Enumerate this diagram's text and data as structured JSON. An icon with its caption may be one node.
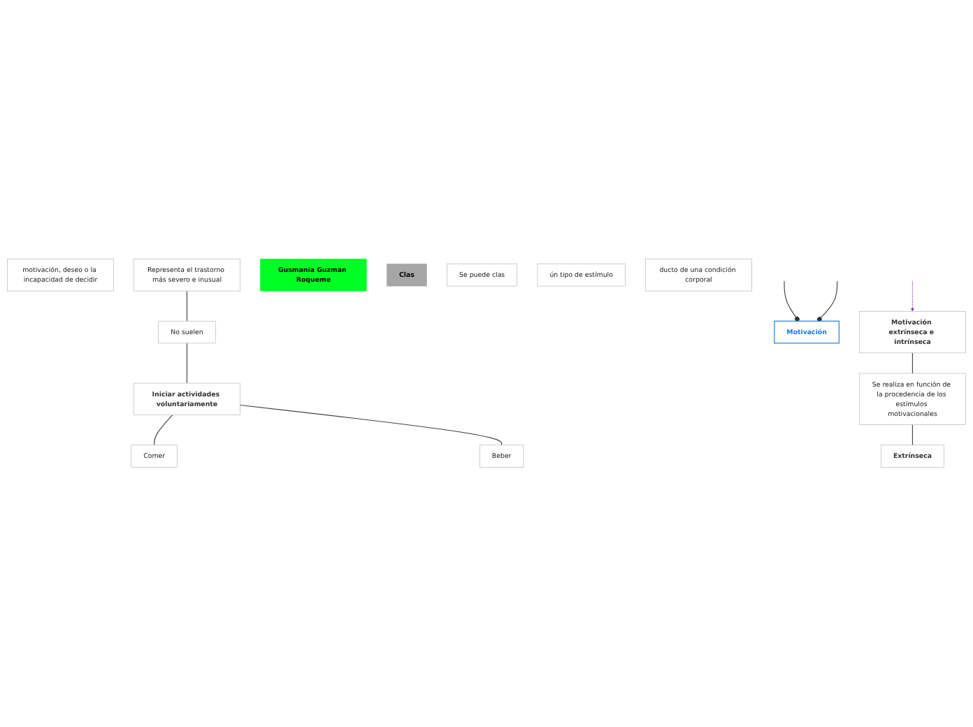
{
  "diagram": {
    "nodes": [
      {
        "text": [
          "motivación, deseo o la incapacidad de decidir"
        ]
      },
      {
        "text": [
          "Representa el trastorno más severo e inusual"
        ]
      },
      {
        "text": [
          "No suelen"
        ]
      },
      {
        "text": [
          "Iniciar actividades voluntariamente"
        ]
      },
      {
        "text": [
          "Comer"
        ]
      },
      {
        "text": [
          "Beber"
        ]
      },
      {
        "text": [
          "Motivación"
        ]
      },
      {
        "text": [
          "Gusmania Guzman Roqueme"
        ]
      },
      {
        "text": [
          "Clas"
        ]
      },
      {
        "text": [
          "Se puede clas"
        ]
      },
      {
        "text": [
          "ún tipo de estímulo"
        ]
      },
      {
        "text": [
          "ducto de una condición corporal"
        ]
      },
      {
        "text": [
          "Motivación extrínseca e intrínseca"
        ]
      },
      {
        "text": [
          "Se realiza en función de la procedencia de los estímulos motivacionales"
        ]
      },
      {
        "text": [
          "Extrínseca"
        ]
      }
    ],
    "edges": [
      {
        "from": 1,
        "to": 2,
        "arrow": "none"
      },
      {
        "from": 2,
        "to": 3,
        "arrow": "none"
      },
      {
        "from": 3,
        "to": 4,
        "arrow": "none"
      },
      {
        "from": 3,
        "to": 5,
        "arrow": "none"
      },
      {
        "from": null,
        "to": 6,
        "arrow": "other"
      },
      {
        "from": null,
        "to": 6,
        "arrow": "other"
      },
      {
        "from": null,
        "to": 12,
        "arrow": "to",
        "style": "dashed",
        "color": "#7b3fa0"
      },
      {
        "from": 12,
        "to": 13,
        "arrow": "none"
      },
      {
        "from": 13,
        "to": 14,
        "arrow": "none"
      }
    ]
  }
}
